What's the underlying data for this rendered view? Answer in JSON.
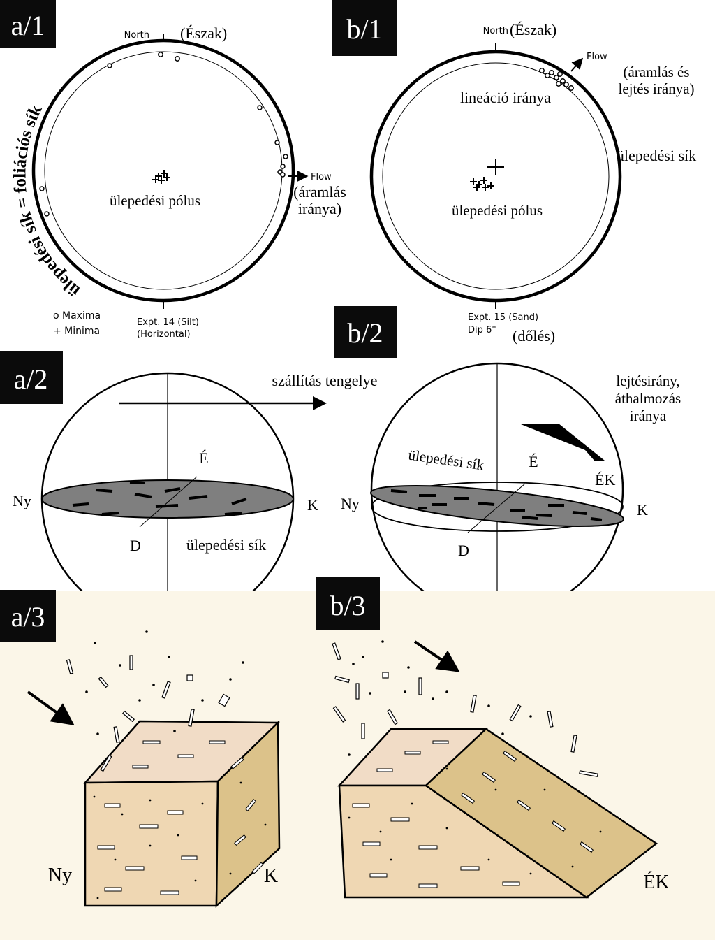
{
  "panels": {
    "a1": {
      "tag": "a/1",
      "north": "North",
      "north_hu": "(Észak)",
      "arc_label": "ülepedési sík = foliációs sík",
      "pole_label": "ülepedési pólus",
      "flow": "Flow",
      "flow_hu_1": "(áramlás",
      "flow_hu_2": "iránya)",
      "legend_max": "o Maxima",
      "legend_min": "+ Minima",
      "expt_1": "Expt. 14  (Silt)",
      "expt_2": "(Horizontal)"
    },
    "b1": {
      "tag": "b/1",
      "north": "North",
      "north_hu": "(Észak)",
      "flow": "Flow",
      "flow_hu_1": "(áramlás és",
      "flow_hu_2": "lejtés iránya)",
      "lineation": "lineáció iránya",
      "plane": "ülepedési sík",
      "pole_label": "ülepedési pólus",
      "expt_1": "Expt. 15  (Sand)",
      "expt_2": "Dip  6°",
      "dip_hu": "(dőlés)"
    },
    "a2": {
      "tag": "a/2",
      "axis": "szállítás tengelye",
      "n": "É",
      "w": "Ny",
      "e": "K",
      "s": "D",
      "plane": "ülepedési sík"
    },
    "b2": {
      "tag": "b/2",
      "slope_1": "lejtésirány,",
      "slope_2": "áthalmozás",
      "slope_3": "iránya",
      "plane": "ülepedési sík",
      "n": "É",
      "ne": "ÉK",
      "w": "Ny",
      "e": "K",
      "s": "D"
    },
    "a3": {
      "tag": "a/3",
      "w": "Ny",
      "e": "K"
    },
    "b3": {
      "tag": "b/3",
      "ne": "ÉK"
    }
  },
  "colors": {
    "tag_bg": "#0b0b0b",
    "disk_fill": "#7f7f7f",
    "block_top": "#f1dcc6",
    "block_front": "#efd7b3",
    "block_side": "#dcc28a",
    "panel_bg": "#fbf6e8"
  }
}
